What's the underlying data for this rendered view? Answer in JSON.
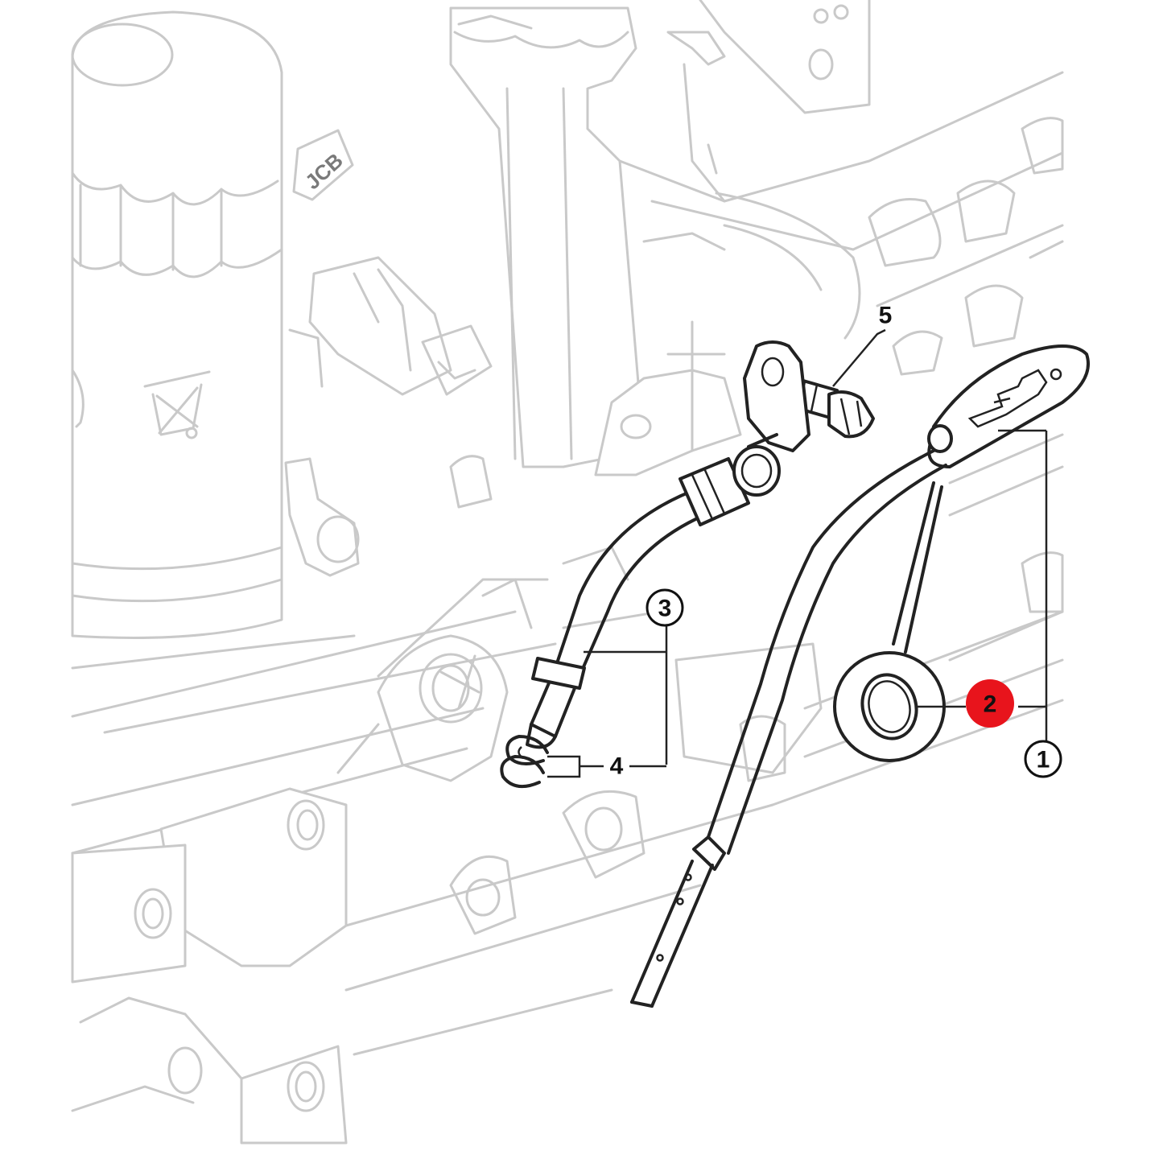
{
  "diagram": {
    "callouts": [
      {
        "id": "1",
        "label": "1",
        "style": "circled",
        "highlighted": false
      },
      {
        "id": "2",
        "label": "2",
        "style": "filled",
        "highlighted": true,
        "fill_color": "#e8141c"
      },
      {
        "id": "3",
        "label": "3",
        "style": "circled",
        "highlighted": false
      },
      {
        "id": "4",
        "label": "4",
        "style": "plain",
        "highlighted": false
      },
      {
        "id": "5",
        "label": "5",
        "style": "plain",
        "highlighted": false
      }
    ],
    "logo": "JCB",
    "colors": {
      "line": "#222222",
      "background_line": "#c9c9c9",
      "highlight": "#e8141c"
    }
  }
}
